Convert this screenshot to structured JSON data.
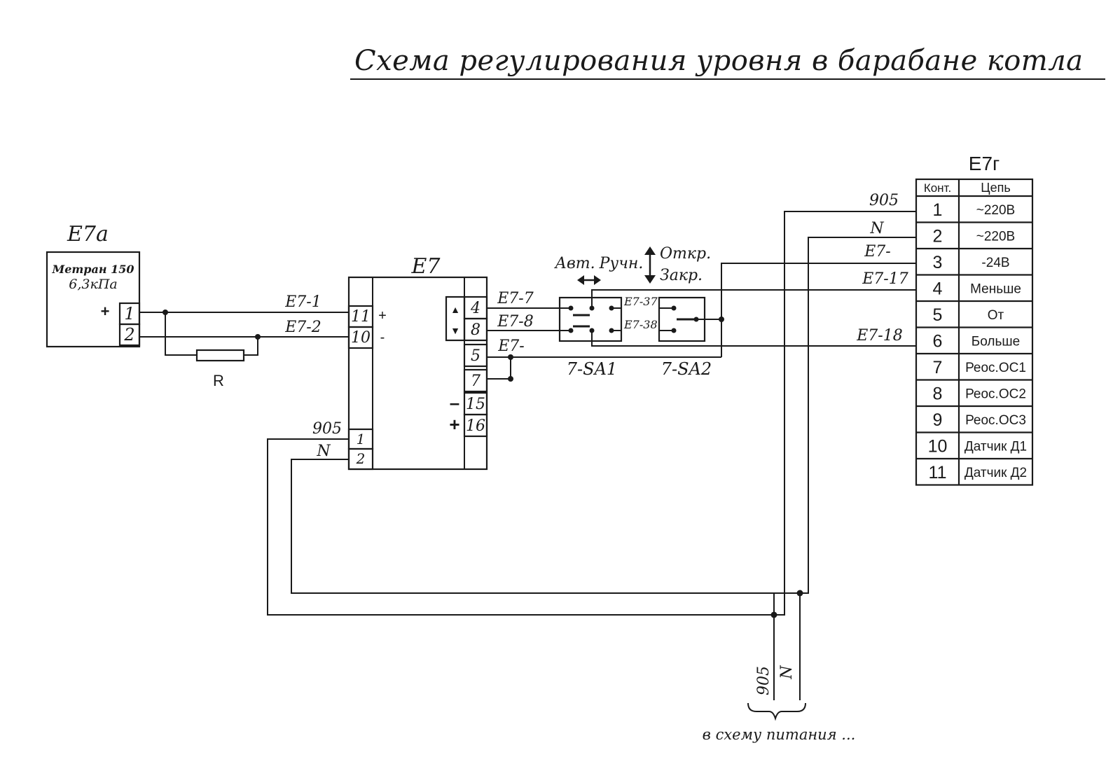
{
  "title": "Схема регулирования уровня в барабане котла",
  "sensor": {
    "name": "E7a",
    "model": "Метран 150",
    "range": "6,3кПа",
    "plus": "+",
    "pins": [
      "1",
      "2"
    ]
  },
  "resistor": {
    "label": "R"
  },
  "controller": {
    "name": "E7",
    "in_pins": [
      "11",
      "10"
    ],
    "in_signs": [
      "+",
      "-"
    ],
    "power_pins": [
      "1",
      "2"
    ],
    "out_pins": [
      "4",
      "8",
      "5",
      "7",
      "15",
      "16"
    ],
    "arrow_up": "▲",
    "arrow_down": "▼",
    "minus": "–",
    "plus": "+"
  },
  "wires": {
    "e7_1": "E7-1",
    "e7_2": "E7-2",
    "e7_7": "E7-7",
    "e7_8": "E7-8",
    "e7_minus": "E7-",
    "e7_37": "E7-37",
    "e7_38": "E7-38",
    "w905": "905",
    "wN": "N",
    "r905": "905",
    "rN": "N",
    "r_e7_minus": "E7-",
    "r_e7_17": "E7-17",
    "r_e7_18": "E7-18",
    "bottom_905": "905",
    "bottom_N": "N"
  },
  "switches": {
    "sa1": "7-SA1",
    "sa2": "7-SA2",
    "avt": "Авт.",
    "ruchn": "Ручн.",
    "otkr": "Откр.",
    "zakr": "Закр."
  },
  "terminal_block": {
    "name": "E7г",
    "header": [
      "Конт.",
      "Цепь"
    ],
    "rows": [
      {
        "n": "1",
        "c": "~220В"
      },
      {
        "n": "2",
        "c": "~220В"
      },
      {
        "n": "3",
        "c": "-24В"
      },
      {
        "n": "4",
        "c": "Меньше"
      },
      {
        "n": "5",
        "c": "От"
      },
      {
        "n": "6",
        "c": "Больше"
      },
      {
        "n": "7",
        "c": "Реос.ОС1"
      },
      {
        "n": "8",
        "c": "Реос.ОС2"
      },
      {
        "n": "9",
        "c": "Реос.ОС3"
      },
      {
        "n": "10",
        "c": "Датчик Д1"
      },
      {
        "n": "11",
        "c": "Датчик Д2"
      }
    ]
  },
  "footnote": "в схему питания ..."
}
